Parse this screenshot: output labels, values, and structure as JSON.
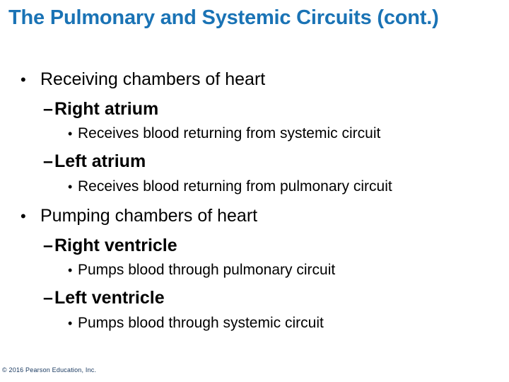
{
  "title": "The Pulmonary and Systemic Circuits (cont.)",
  "footer": "© 2016 Pearson Education, Inc.",
  "colors": {
    "title_blue": "#1a73b5",
    "body_text": "#000000",
    "footer_navy": "#17375e",
    "background": "#ffffff"
  },
  "bullets": [
    {
      "level": 1,
      "marker": "•",
      "text": "Receiving chambers of heart"
    },
    {
      "level": 2,
      "marker": "–",
      "text": "Right atrium"
    },
    {
      "level": 3,
      "marker": "•",
      "text": "Receives blood returning from systemic circuit"
    },
    {
      "level": 2,
      "marker": "–",
      "text": "Left atrium"
    },
    {
      "level": 3,
      "marker": "•",
      "text": "Receives blood returning from pulmonary circuit"
    },
    {
      "level": 1,
      "marker": "•",
      "text": "Pumping chambers of heart"
    },
    {
      "level": 2,
      "marker": "–",
      "text": "Right ventricle"
    },
    {
      "level": 3,
      "marker": "•",
      "text": "Pumps blood through pulmonary circuit"
    },
    {
      "level": 2,
      "marker": "–",
      "text": "Left ventricle"
    },
    {
      "level": 3,
      "marker": "•",
      "text": "Pumps blood through systemic circuit"
    }
  ]
}
